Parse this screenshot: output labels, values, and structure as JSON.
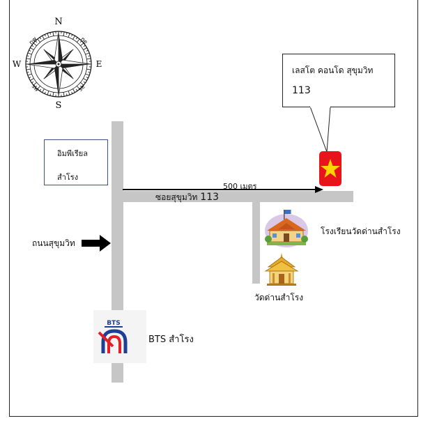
{
  "compass": {
    "north": "N",
    "south": "S",
    "east": "E",
    "west": "W",
    "nw": "nw",
    "ne": "ne",
    "sw": "sw",
    "se": "se"
  },
  "landmarks": {
    "imperial": {
      "line1": "อิมพีเรียล",
      "line2": "สำโรง"
    },
    "condo": {
      "line1": "เลสโต คอนโด สุขุมวิท",
      "line2": "113"
    },
    "school": "โรงเรียนวัดด่านสำโรง",
    "temple": "วัดด่านสำโรง",
    "bts_logo": "BTS",
    "bts_station": "BTS สำโรง"
  },
  "roads": {
    "soi_prefix": "ซอยสุขุมวิท",
    "soi_number": "113",
    "main_road": "ถนนสุขุมวิท",
    "distance": "500 เมตร"
  },
  "colors": {
    "road": "#c6c6c6",
    "marker": "#e8141c",
    "star": "#ffd400",
    "bts_red": "#e31e24",
    "bts_blue": "#1f3f95",
    "imperial_border": "#3a4f8f"
  },
  "icons": [
    "compass-rose-icon",
    "star-marker-icon",
    "school-icon",
    "temple-icon",
    "bts-logo-icon",
    "arrow-right-icon"
  ]
}
